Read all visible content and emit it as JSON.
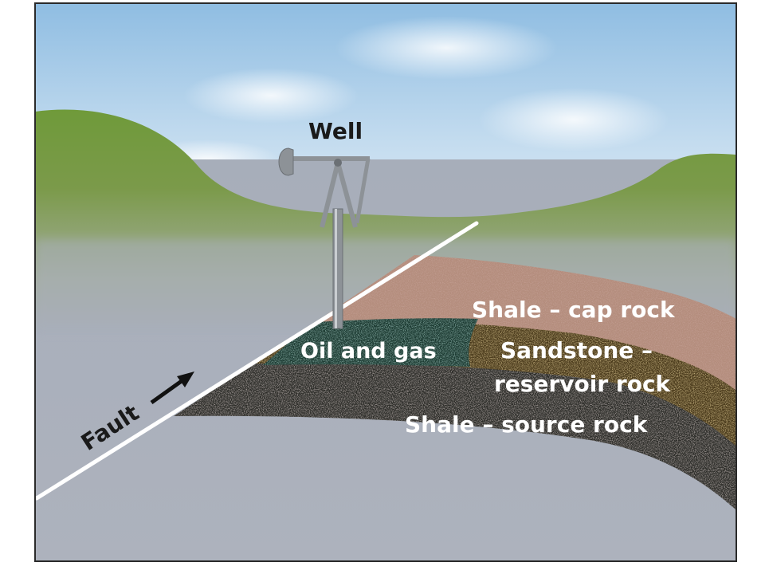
{
  "labels": {
    "well": "Well",
    "cap_rock": "Shale – cap rock",
    "reservoir_line1": "Sandstone –",
    "reservoir_line2": "reservoir rock",
    "source_rock": "Shale – source rock",
    "oil_gas": "Oil and gas",
    "fault": "Fault"
  },
  "colors": {
    "sky_top": "#9ec6e6",
    "sky_bottom": "#dceaf4",
    "grass": "#6f9a3a",
    "ground": "#a9afbb",
    "cap_rock": "#b58f7f",
    "reservoir": "#4a3a1e",
    "source": "#2c2d2b",
    "oil_gas": "#1f3d34",
    "fault_line": "#ffffff",
    "pump": "#8d9297",
    "frame": "#2a2a2a"
  },
  "icons": {
    "pumpjack": "pumpjack-icon",
    "fault_arrow": "arrow-icon"
  }
}
